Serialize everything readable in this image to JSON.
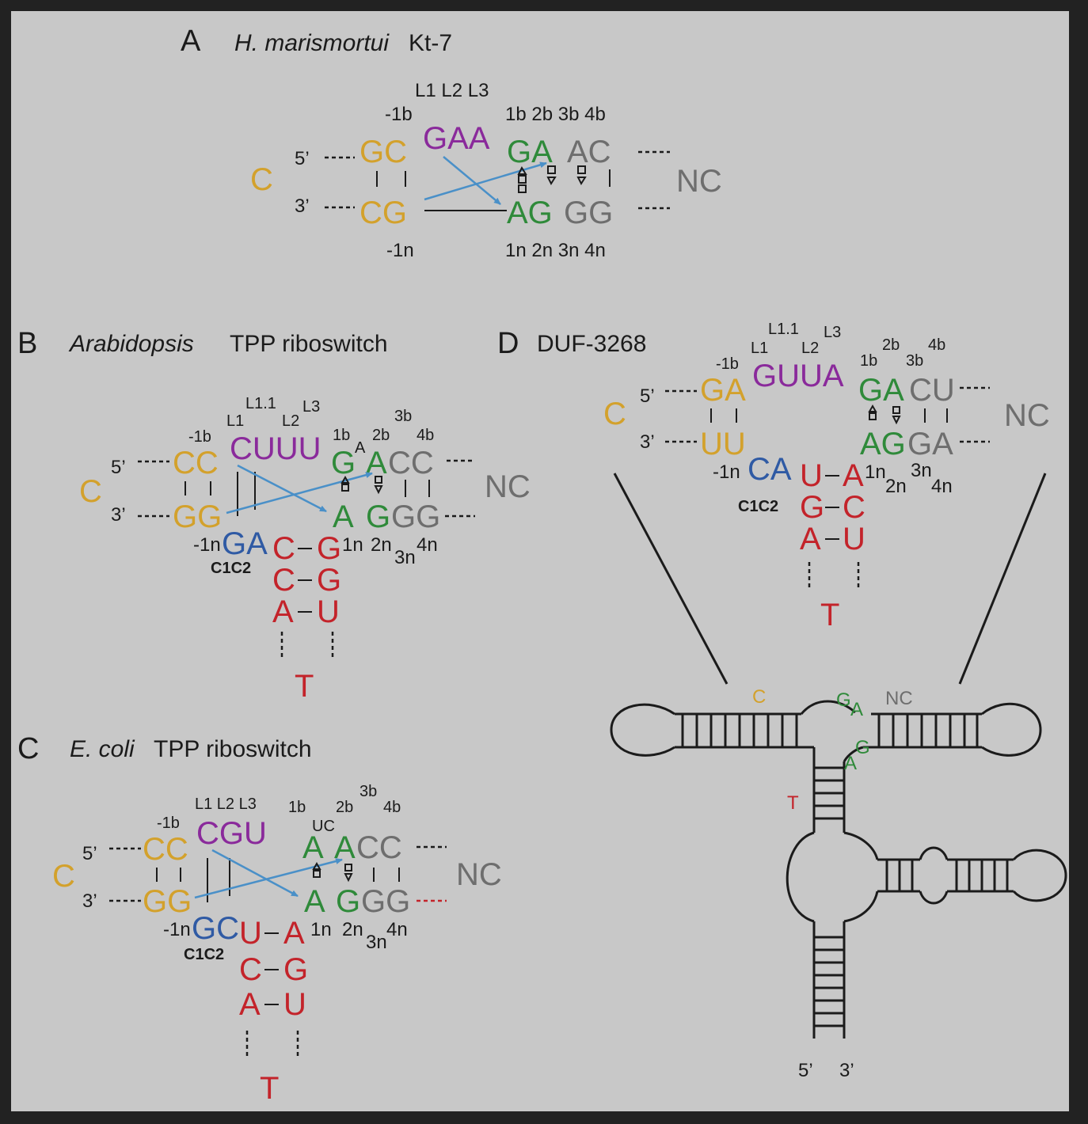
{
  "panels": {
    "a": {
      "letter": "A",
      "title_italic": "H. marismortui",
      "title_rest": "Kt-7",
      "loop_labels": "L1 L2 L3",
      "minus1b": "-1b",
      "top_pos_labels": "1b 2b 3b 4b",
      "five_prime": "5’",
      "three_prime": "3’",
      "c_label": "C",
      "nc_label": "NC",
      "top_gc": "GC",
      "top_loop": "GAA",
      "top_ga": "GA",
      "top_ac": "AC",
      "bot_cg": "CG",
      "bot_ag": "AG",
      "bot_gg": "GG",
      "minus1n": "-1n",
      "bot_pos_labels": "1n 2n 3n 4n"
    },
    "b": {
      "letter": "B",
      "title_italic": "Arabidopsis",
      "title_rest": "TPP riboswitch",
      "l11": "L1.1",
      "l1": "L1",
      "l2": "L2",
      "l3": "L3",
      "minus1b": "-1b",
      "b1": "1b",
      "b2": "2b",
      "b3": "3b",
      "b4": "4b",
      "bulge_a": "A",
      "five_prime": "5’",
      "three_prime": "3’",
      "c_label": "C",
      "nc_label": "NC",
      "top_cc": "CC",
      "loop": "CUUU",
      "top_g": "G",
      "top_a": "A",
      "top_cc2": "CC",
      "bot_gg": "GG",
      "bot_a": "A",
      "bot_g": "G",
      "bot_gg2": "GG",
      "minus1n": "-1n",
      "ga": "GA",
      "n1": "1n",
      "n2": "2n",
      "n3": "3n",
      "n4": "4n",
      "c1c2": "C1C2",
      "stem1_l": "C",
      "stem1_r": "G",
      "stem2_l": "C",
      "stem2_r": "G",
      "stem3_l": "A",
      "stem3_r": "U",
      "t_label": "T"
    },
    "c": {
      "letter": "C",
      "title_italic": "E. coli",
      "title_rest": "TPP riboswitch",
      "loop_labels": "L1 L2 L3",
      "minus1b": "-1b",
      "b1": "1b",
      "b2": "2b",
      "b3": "3b",
      "b4": "4b",
      "uc": "UC",
      "five_prime": "5’",
      "three_prime": "3’",
      "c_label": "C",
      "nc_label": "NC",
      "top_cc": "CC",
      "loop": "CGU",
      "top_a1": "A",
      "top_a2": "A",
      "top_cc2": "CC",
      "bot_gg": "GG",
      "bot_a": "A",
      "bot_g": "G",
      "bot_gg2": "GG",
      "minus1n": "-1n",
      "gc": "GC",
      "n1": "1n",
      "n2": "2n",
      "n3": "3n",
      "n4": "4n",
      "c1c2": "C1C2",
      "stem1_l": "U",
      "stem1_r": "A",
      "stem2_l": "C",
      "stem2_r": "G",
      "stem3_l": "A",
      "stem3_r": "U",
      "t_label": "T"
    },
    "d": {
      "letter": "D",
      "title": "DUF-3268",
      "l11": "L1.1",
      "l1": "L1",
      "l2": "L2",
      "l3": "L3",
      "minus1b": "-1b",
      "b1": "1b",
      "b2": "2b",
      "b3": "3b",
      "b4": "4b",
      "five_prime": "5’",
      "three_prime": "3’",
      "c_label": "C",
      "nc_label": "NC",
      "top_ga": "GA",
      "loop": "GUUA",
      "top_ga2": "GA",
      "top_cu": "CU",
      "bot_uu": "UU",
      "bot_ag": "AG",
      "bot_ga": "GA",
      "minus1n": "-1n",
      "ca": "CA",
      "n1": "1n",
      "n2": "2n",
      "n3": "3n",
      "n4": "4n",
      "c1c2": "C1C2",
      "stem1_l": "U",
      "stem1_r": "A",
      "stem2_l": "G",
      "stem2_r": "C",
      "stem3_l": "A",
      "stem3_r": "U",
      "t_label": "T",
      "ov_c": "C",
      "ov_nc": "NC",
      "ov_t": "T",
      "ov_g1": "G",
      "ov_a1": "A",
      "ov_a2": "A",
      "ov_g2": "G",
      "ov_5": "5’",
      "ov_3": "3’"
    }
  },
  "colors": {
    "background": "#c8c8c8",
    "frame": "#222222",
    "yellow": "#d3a12c",
    "purple": "#8a2a9b",
    "green": "#2f8a3a",
    "gray": "#6e6e6e",
    "red": "#c3232a",
    "blue": "#2f5aa4",
    "arrow": "#4a90c8"
  }
}
